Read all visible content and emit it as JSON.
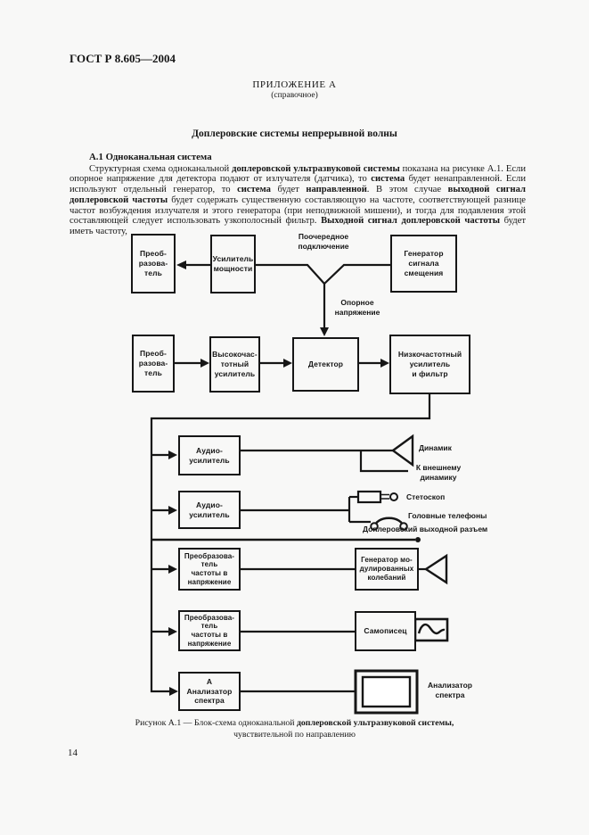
{
  "header": {
    "doc_id": "ГОСТ Р 8.605—2004",
    "appendix": "ПРИЛОЖЕНИЕ А",
    "appendix_note": "(справочное)",
    "title": "Доплеровские системы непрерывной волны"
  },
  "body": {
    "section_heading": "А.1  Одноканальная система",
    "paragraph": [
      {
        "t": "Структурная схема одноканальной "
      },
      {
        "t": "доплеровской ультразвуковой системы",
        "b": true
      },
      {
        "t": " показана на рисунке А.1. Если опорное напряжение для детектора подают от излучателя (датчика), то "
      },
      {
        "t": "система",
        "b": true
      },
      {
        "t": " будет ненаправленной. Если используют отдельный генератор, то "
      },
      {
        "t": "система",
        "b": true
      },
      {
        "t": " будет "
      },
      {
        "t": "направленной",
        "b": true
      },
      {
        "t": ". В этом случае "
      },
      {
        "t": "выходной сигнал доплеровской частоты",
        "b": true
      },
      {
        "t": " будет содержать существенную составляющую на частоте, соответствующей разнице частот возбуждения излучателя и этого генератора (при неподвижной мишени), и тогда для подавления этой составляющей следует использовать узкополосный фильтр. "
      },
      {
        "t": "Выходной сигнал доплеровской частоты",
        "b": true
      },
      {
        "t": " будет иметь частоту,"
      }
    ]
  },
  "diagram": {
    "boxes": {
      "transducer_top": "Преоб-\nразова-\nтель",
      "power_amplifier": "Усилитель\nмощности",
      "offset_generator": "Генератор\nсигнала\nсмещения",
      "transducer_main": "Преоб-\nразова-\nтель",
      "hf_amplifier": "Высокочас-\nтотный\nусилитель",
      "detector": "Детектор",
      "lf_amplifier": "Низкочастотный\nусилитель\nи фильтр",
      "audio_amplifier_1": "Аудио-\nусилитель",
      "audio_amplifier_2": "Аудио-\nусилитель",
      "freq_to_voltage_1": "Преобразова-\nтель\nчастоты в\nнапряжение",
      "freq_to_voltage_2": "Преобразова-\nтель\nчастоты в\nнапряжение",
      "modulated_generator": "Генератор мо-\nдулированных\nколебаний",
      "recorder": "Самописец",
      "spectrum_analyzer_block": "А\nАнализатор\nспектра"
    },
    "labels": {
      "alternate_connection": "Поочередное\nподключение",
      "reference_voltage": "Опорное\nнапряжение",
      "speaker": "Динамик",
      "external_speaker": "К внешнему\nдинамику",
      "stethoscope": "Стетоскоп",
      "headphones": "Головные телефоны",
      "doppler_output": "Доплеровский выходной разъем",
      "spectrum_analyzer": "Анализатор\nспектра"
    },
    "caption": [
      {
        "t": "Рисунок А.1 — Блок-схема одноканальной "
      },
      {
        "t": "доплеровской ультразвуковой системы,",
        "b": true
      }
    ],
    "caption_line2": "чувствительной по направлению"
  },
  "footer": {
    "page_number": "14"
  },
  "colors": {
    "ink": "#161616",
    "paper": "#f8f8f7"
  }
}
